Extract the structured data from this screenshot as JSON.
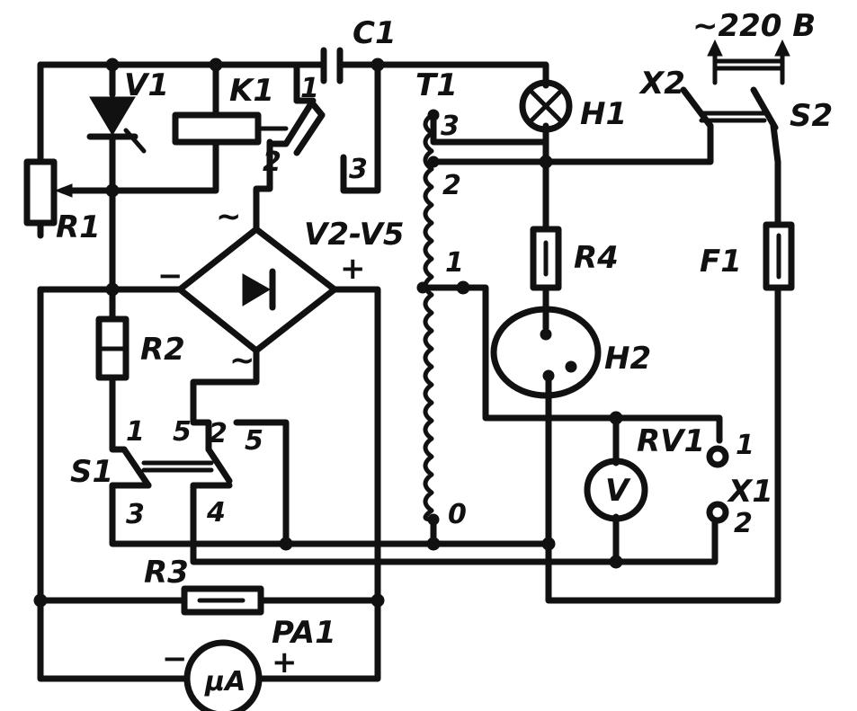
{
  "labels": {
    "v1": "V1",
    "k1": "K1",
    "c1": "C1",
    "t1": "T1",
    "h1": "H1",
    "x2": "X2",
    "s2": "S2",
    "mains": "~220 B",
    "r1": "R1",
    "r2": "R2",
    "r3": "R3",
    "r4": "R4",
    "f1": "F1",
    "h2": "H2",
    "rv1": "RV1",
    "x1": "X1",
    "s1": "S1",
    "pa1": "PA1",
    "v2v5": "V2-V5"
  },
  "pins": {
    "k1_1": "1",
    "k1_2": "2",
    "k1_3": "3",
    "t1_3": "3",
    "t1_2": "2",
    "t1_1": "1",
    "t1_0": "0",
    "s1_1": "1",
    "s1_2": "2",
    "s1_3": "3",
    "s1_4": "4",
    "s1_5a": "5",
    "s1_5b": "5",
    "x1_1": "1",
    "x1_2": "2"
  },
  "signs": {
    "bridge_ac_top": "~",
    "bridge_ac_bottom": "~",
    "bridge_minus": "−",
    "bridge_plus": "+",
    "meter_minus": "−",
    "meter_plus": "+"
  },
  "meters": {
    "voltmeter": "V",
    "ammeter": "μA"
  }
}
